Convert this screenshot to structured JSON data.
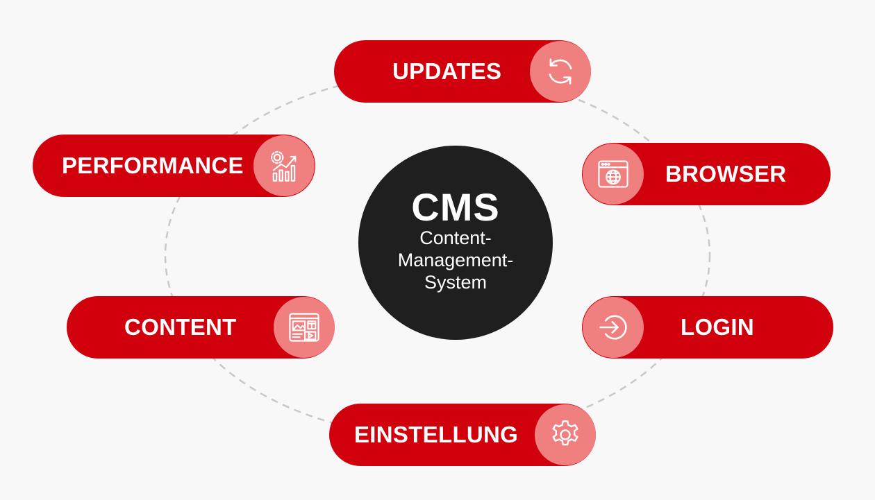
{
  "center": {
    "title": "CMS",
    "subtitle_line1": "Content-",
    "subtitle_line2": "Management-",
    "subtitle_line3": "System"
  },
  "nodes": {
    "updates": {
      "label": "UPDATES",
      "icon": "refresh-icon"
    },
    "browser": {
      "label": "BROWSER",
      "icon": "browser-globe-icon"
    },
    "login": {
      "label": "LOGIN",
      "icon": "login-icon"
    },
    "einstellung": {
      "label": "EINSTELLUNG",
      "icon": "gear-icon"
    },
    "content": {
      "label": "CONTENT",
      "icon": "media-content-icon"
    },
    "performance": {
      "label": "PERFORMANCE",
      "icon": "performance-chart-icon"
    }
  },
  "colors": {
    "background": "#f8f8f8",
    "pill": "#d0000c",
    "badge": "#f08080",
    "center": "#1f1f1f",
    "ring": "#c8c8c8"
  }
}
